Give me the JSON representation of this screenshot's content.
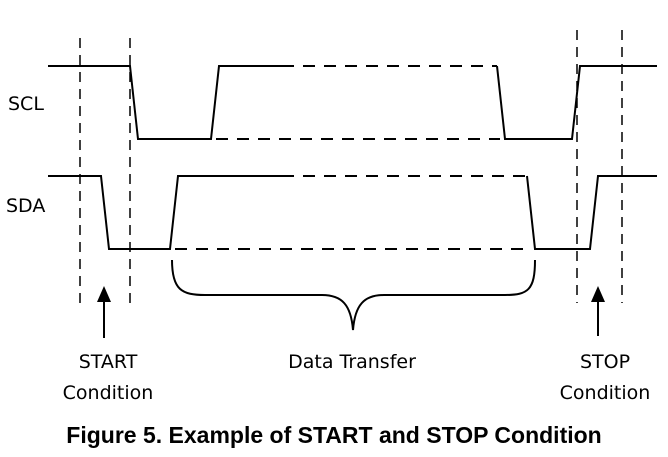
{
  "signals": {
    "scl_label": "SCL",
    "sda_label": "SDA"
  },
  "annotations": {
    "start_line1": "START",
    "start_line2": "Condition",
    "data_transfer": "Data Transfer",
    "stop_line1": "STOP",
    "stop_line2": "Condition"
  },
  "caption": "Figure 5. Example of START and STOP Condition"
}
